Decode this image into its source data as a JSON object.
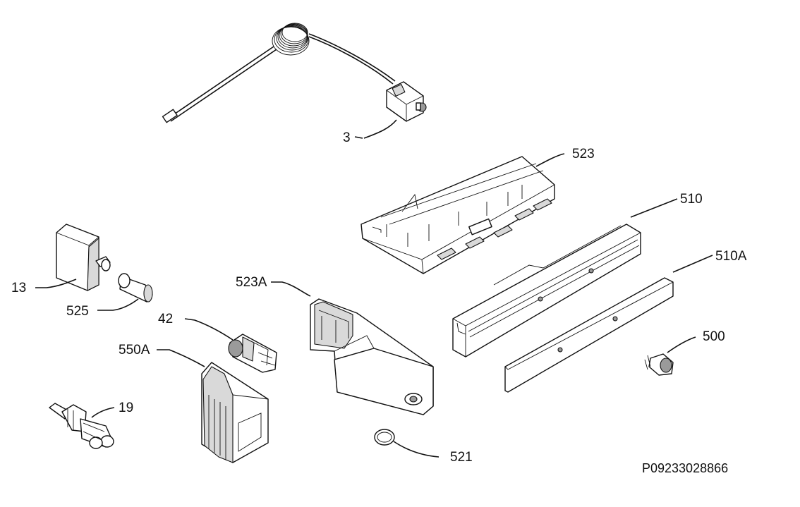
{
  "callouts": {
    "c3": "3",
    "c523": "523",
    "c510": "510",
    "c510a": "510A",
    "c13": "13",
    "c525": "525",
    "c523a": "523A",
    "c42": "42",
    "c550a": "550A",
    "c500": "500",
    "c19": "19",
    "c521": "521"
  },
  "drawing_code": "P09233028866"
}
